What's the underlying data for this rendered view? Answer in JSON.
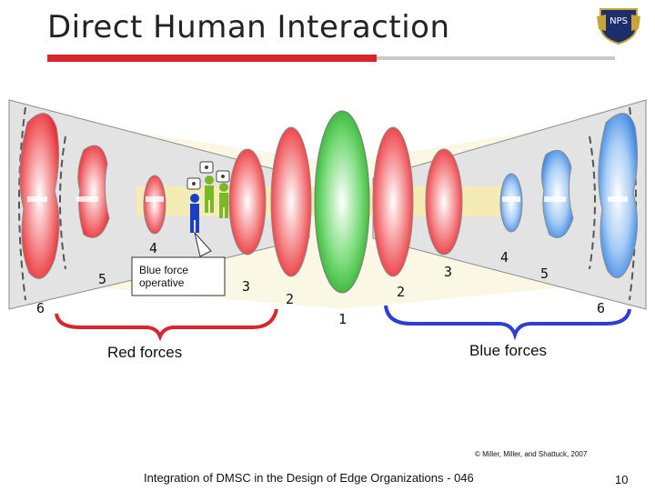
{
  "slide": {
    "title": "Direct Human Interaction",
    "footer": "Integration of DMSC in the Design of Edge Organizations - 046",
    "page_number": "10",
    "copyright": "© Miller, Miller, and Shattuck, 2007"
  },
  "logo": {
    "text": "NPS"
  },
  "diagram": {
    "callout": "Blue force operative",
    "red_label": "Red forces",
    "blue_label": "Blue forces",
    "numbers": {
      "n1": "1",
      "n2_left": "2",
      "n2_right": "2",
      "n3_left": "3",
      "n3_right": "3",
      "n4_left": "4",
      "n4_right": "4",
      "n5_left": "5",
      "n5_right": "5",
      "n6_left": "6",
      "n6_right": "6"
    },
    "colors": {
      "red": "#e8232a",
      "green": "#1ea81e",
      "blue": "#2e7fe0",
      "red_brace": "#d7262e",
      "blue_brace": "#2d3ed6",
      "band": "#f4ebb5"
    }
  }
}
